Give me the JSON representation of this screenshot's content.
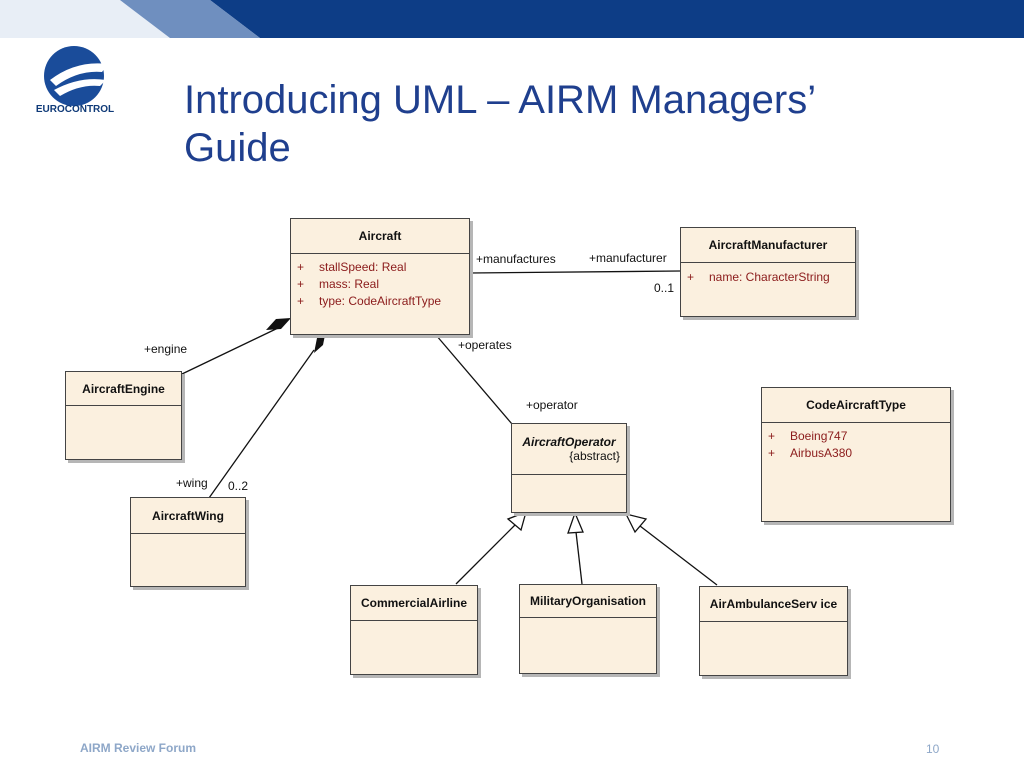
{
  "slide": {
    "title_line1": "Introducing UML – AIRM Managers’",
    "title_line2": "Guide",
    "logo_text": "EUROCONTROL",
    "footer_left": "AIRM Review Forum",
    "page_number": "10"
  },
  "colors": {
    "topbar_dark": "#0d3d86",
    "topbar_light": "#e8eef6",
    "title": "#1f3f8e",
    "class_fill": "#fbf0df",
    "attribute_text": "#8b1b1b"
  },
  "classes": {
    "aircraft": {
      "name": "Aircraft",
      "attributes": [
        {
          "vis": "+",
          "text": "stallSpeed:  Real"
        },
        {
          "vis": "+",
          "text": "mass:  Real"
        },
        {
          "vis": "+",
          "text": "type:  CodeAircraftType"
        }
      ]
    },
    "manufacturer": {
      "name": "AircraftManufacturer",
      "attributes": [
        {
          "vis": "+",
          "text": "name:  CharacterString"
        }
      ]
    },
    "engine": {
      "name": "AircraftEngine"
    },
    "wing": {
      "name": "AircraftWing"
    },
    "operator": {
      "name": "AircraftOperator",
      "stereotype": "{abstract}"
    },
    "code_type": {
      "name": "CodeAircraftType",
      "attributes": [
        {
          "vis": "+",
          "text": "Boeing747"
        },
        {
          "vis": "+",
          "text": "AirbusA380"
        }
      ]
    },
    "commercial": {
      "name": "CommercialAirline"
    },
    "military": {
      "name": "MilitaryOrganisation"
    },
    "ambulance": {
      "name": "AirAmbulanceServ ice"
    }
  },
  "labels": {
    "manufactures": "+manufactures",
    "manufacturer": "+manufacturer",
    "mult_manufacturer": "0..1",
    "engine": "+engine",
    "operates": "+operates",
    "operator": "+operator",
    "wing": "+wing",
    "mult_wing": "0..2"
  }
}
